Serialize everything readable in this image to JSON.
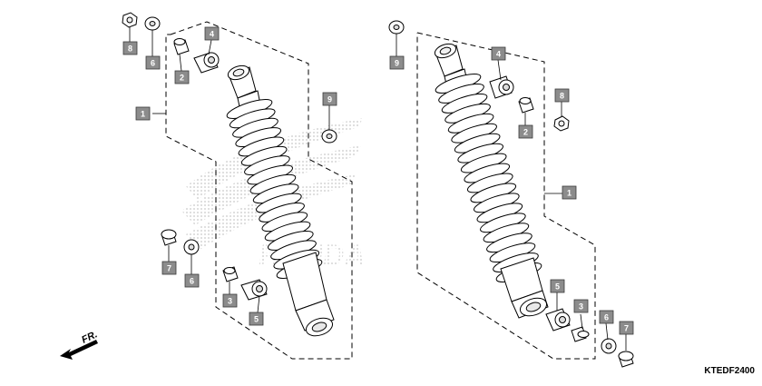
{
  "diagram": {
    "code": "KTEDF2400",
    "direction_label": "FR.",
    "watermark_text": "HONDA",
    "callouts": [
      {
        "id": "left-8",
        "text": "8"
      },
      {
        "id": "left-6-top",
        "text": "6"
      },
      {
        "id": "left-2",
        "text": "2"
      },
      {
        "id": "left-4",
        "text": "4"
      },
      {
        "id": "left-1",
        "text": "1"
      },
      {
        "id": "left-9",
        "text": "9"
      },
      {
        "id": "left-7",
        "text": "7"
      },
      {
        "id": "left-6-bottom",
        "text": "6"
      },
      {
        "id": "left-3",
        "text": "3"
      },
      {
        "id": "left-5",
        "text": "5"
      },
      {
        "id": "right-9",
        "text": "9"
      },
      {
        "id": "right-4",
        "text": "4"
      },
      {
        "id": "right-8",
        "text": "8"
      },
      {
        "id": "right-2",
        "text": "2"
      },
      {
        "id": "right-1",
        "text": "1"
      },
      {
        "id": "right-5",
        "text": "5"
      },
      {
        "id": "right-3",
        "text": "3"
      },
      {
        "id": "right-6",
        "text": "6"
      },
      {
        "id": "right-7",
        "text": "7"
      }
    ]
  },
  "colors": {
    "callout_fill": "#8c8c8c",
    "part_fill": "#ffffff",
    "watermark": "#d6d6d6"
  }
}
